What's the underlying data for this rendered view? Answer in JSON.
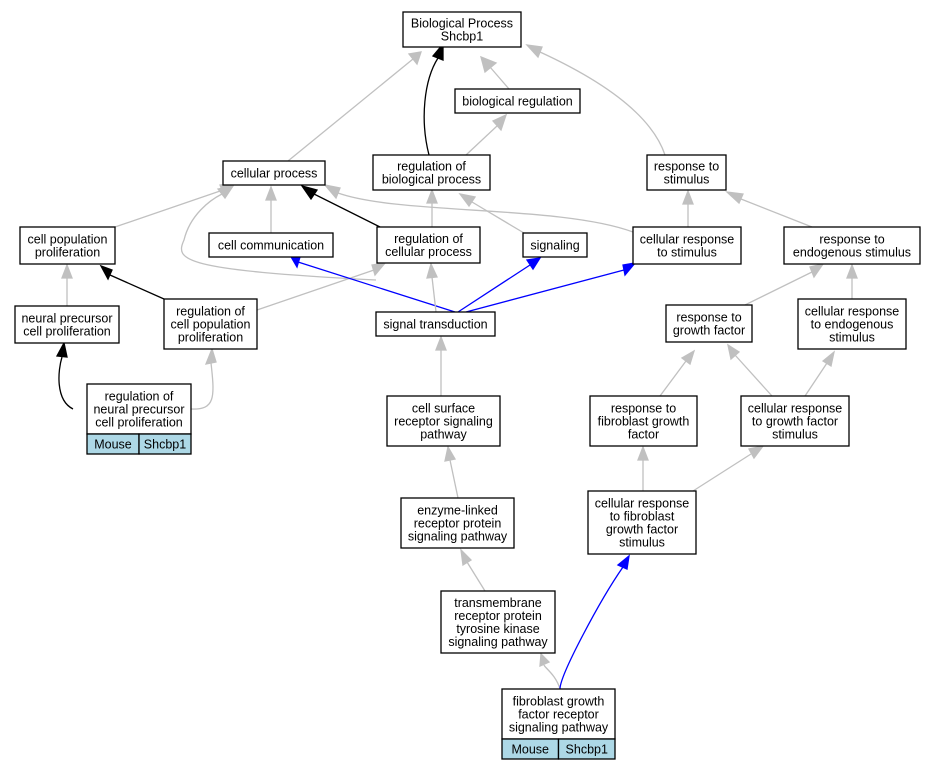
{
  "graph": {
    "colors": {
      "background": "#ffffff",
      "is_a": "#c0c0c0",
      "regulates": "#000000",
      "part_of_positive": "#0000ff",
      "annotation_tag": "#add8e6"
    },
    "nodes": [
      {
        "id": "bp",
        "lines": [
          "Biological Process",
          "Shcbp1"
        ]
      },
      {
        "id": "biological-regulation",
        "lines": [
          "biological regulation"
        ]
      },
      {
        "id": "cellular-process",
        "lines": [
          "cellular process"
        ]
      },
      {
        "id": "regulation-of-biological-process",
        "lines": [
          "regulation of",
          "biological process"
        ]
      },
      {
        "id": "response-to-stimulus",
        "lines": [
          "response to",
          "stimulus"
        ]
      },
      {
        "id": "cell-population-proliferation",
        "lines": [
          "cell population",
          "proliferation"
        ]
      },
      {
        "id": "cell-communication",
        "lines": [
          "cell communication"
        ]
      },
      {
        "id": "regulation-of-cellular-process",
        "lines": [
          "regulation of",
          "cellular process"
        ]
      },
      {
        "id": "signaling",
        "lines": [
          "signaling"
        ]
      },
      {
        "id": "cellular-response-to-stimulus",
        "lines": [
          "cellular response",
          "to stimulus"
        ]
      },
      {
        "id": "response-to-endogenous-stimulus",
        "lines": [
          "response to",
          "endogenous stimulus"
        ]
      },
      {
        "id": "neural-precursor-cell-proliferation",
        "lines": [
          "neural precursor",
          "cell proliferation"
        ]
      },
      {
        "id": "regulation-of-cell-population-proliferation",
        "lines": [
          "regulation of",
          "cell population",
          "proliferation"
        ]
      },
      {
        "id": "signal-transduction",
        "lines": [
          "signal transduction"
        ]
      },
      {
        "id": "response-to-growth-factor",
        "lines": [
          "response to",
          "growth factor"
        ]
      },
      {
        "id": "cellular-response-to-endogenous-stimulus",
        "lines": [
          "cellular response",
          "to endogenous",
          "stimulus"
        ]
      },
      {
        "id": "regulation-of-neural-precursor-cell-proliferation",
        "lines": [
          "regulation of",
          "neural precursor",
          "cell proliferation"
        ],
        "tags": [
          "Mouse",
          "Shcbp1"
        ]
      },
      {
        "id": "cell-surface-receptor-signaling-pathway",
        "lines": [
          "cell surface",
          "receptor signaling",
          "pathway"
        ]
      },
      {
        "id": "response-to-fibroblast-growth-factor",
        "lines": [
          "response to",
          "fibroblast growth",
          "factor"
        ]
      },
      {
        "id": "cellular-response-to-growth-factor-stimulus",
        "lines": [
          "cellular response",
          "to growth factor",
          "stimulus"
        ]
      },
      {
        "id": "enzyme-linked-receptor-protein-signaling-pathway",
        "lines": [
          "enzyme-linked",
          "receptor protein",
          "signaling pathway"
        ]
      },
      {
        "id": "cellular-response-to-fibroblast-growth-factor-stimulus",
        "lines": [
          "cellular response",
          "to fibroblast",
          "growth factor",
          "stimulus"
        ]
      },
      {
        "id": "transmembrane-receptor-protein-tyrosine-kinase-signaling-pathway",
        "lines": [
          "transmembrane",
          "receptor protein",
          "tyrosine kinase",
          "signaling pathway"
        ]
      },
      {
        "id": "fibroblast-growth-factor-receptor-signaling-pathway",
        "lines": [
          "fibroblast growth",
          "factor receptor",
          "signaling pathway"
        ],
        "tags": [
          "Mouse",
          "Shcbp1"
        ]
      }
    ],
    "edges": [
      {
        "from": "biological-regulation",
        "to": "bp",
        "type": "is_a"
      },
      {
        "from": "cellular-process",
        "to": "bp",
        "type": "is_a"
      },
      {
        "from": "regulation-of-biological-process",
        "to": "bp",
        "type": "regulates"
      },
      {
        "from": "response-to-stimulus",
        "to": "bp",
        "type": "is_a"
      },
      {
        "from": "regulation-of-biological-process",
        "to": "biological-regulation",
        "type": "is_a"
      },
      {
        "from": "cell-population-proliferation",
        "to": "cellular-process",
        "type": "is_a"
      },
      {
        "from": "cell-communication",
        "to": "cellular-process",
        "type": "is_a"
      },
      {
        "from": "regulation-of-cellular-process",
        "to": "cellular-process",
        "type": "regulates"
      },
      {
        "from": "cellular-response-to-stimulus",
        "to": "cellular-process",
        "type": "is_a"
      },
      {
        "from": "signal-transduction",
        "to": "cellular-process",
        "type": "is_a"
      },
      {
        "from": "regulation-of-cellular-process",
        "to": "regulation-of-biological-process",
        "type": "is_a"
      },
      {
        "from": "signaling",
        "to": "regulation-of-biological-process",
        "type": "is_a"
      },
      {
        "from": "cellular-response-to-stimulus",
        "to": "response-to-stimulus",
        "type": "is_a"
      },
      {
        "from": "response-to-endogenous-stimulus",
        "to": "response-to-stimulus",
        "type": "is_a"
      },
      {
        "from": "neural-precursor-cell-proliferation",
        "to": "cell-population-proliferation",
        "type": "is_a"
      },
      {
        "from": "regulation-of-cell-population-proliferation",
        "to": "cell-population-proliferation",
        "type": "regulates"
      },
      {
        "from": "regulation-of-cell-population-proliferation",
        "to": "regulation-of-cellular-process",
        "type": "is_a"
      },
      {
        "from": "signal-transduction",
        "to": "cell-communication",
        "type": "part_of_positive"
      },
      {
        "from": "signal-transduction",
        "to": "regulation-of-cellular-process",
        "type": "is_a"
      },
      {
        "from": "signal-transduction",
        "to": "signaling",
        "type": "part_of_positive"
      },
      {
        "from": "signal-transduction",
        "to": "cellular-response-to-stimulus",
        "type": "part_of_positive"
      },
      {
        "from": "response-to-growth-factor",
        "to": "response-to-endogenous-stimulus",
        "type": "is_a"
      },
      {
        "from": "cellular-response-to-endogenous-stimulus",
        "to": "response-to-endogenous-stimulus",
        "type": "is_a"
      },
      {
        "from": "regulation-of-neural-precursor-cell-proliferation",
        "to": "neural-precursor-cell-proliferation",
        "type": "regulates"
      },
      {
        "from": "regulation-of-neural-precursor-cell-proliferation",
        "to": "regulation-of-cell-population-proliferation",
        "type": "is_a"
      },
      {
        "from": "cell-surface-receptor-signaling-pathway",
        "to": "signal-transduction",
        "type": "is_a"
      },
      {
        "from": "response-to-fibroblast-growth-factor",
        "to": "response-to-growth-factor",
        "type": "is_a"
      },
      {
        "from": "cellular-response-to-growth-factor-stimulus",
        "to": "response-to-growth-factor",
        "type": "is_a"
      },
      {
        "from": "cellular-response-to-growth-factor-stimulus",
        "to": "cellular-response-to-endogenous-stimulus",
        "type": "is_a"
      },
      {
        "from": "enzyme-linked-receptor-protein-signaling-pathway",
        "to": "cell-surface-receptor-signaling-pathway",
        "type": "is_a"
      },
      {
        "from": "cellular-response-to-fibroblast-growth-factor-stimulus",
        "to": "response-to-fibroblast-growth-factor",
        "type": "is_a"
      },
      {
        "from": "cellular-response-to-fibroblast-growth-factor-stimulus",
        "to": "cellular-response-to-growth-factor-stimulus",
        "type": "is_a"
      },
      {
        "from": "transmembrane-receptor-protein-tyrosine-kinase-signaling-pathway",
        "to": "enzyme-linked-receptor-protein-signaling-pathway",
        "type": "is_a"
      },
      {
        "from": "fibroblast-growth-factor-receptor-signaling-pathway",
        "to": "transmembrane-receptor-protein-tyrosine-kinase-signaling-pathway",
        "type": "is_a"
      },
      {
        "from": "fibroblast-growth-factor-receptor-signaling-pathway",
        "to": "cellular-response-to-fibroblast-growth-factor-stimulus",
        "type": "part_of_positive"
      }
    ]
  }
}
